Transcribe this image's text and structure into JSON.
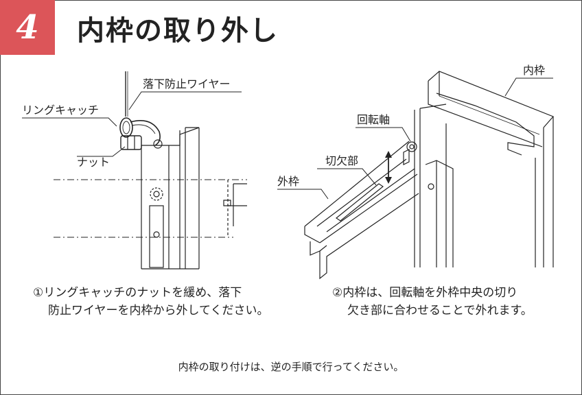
{
  "step": {
    "number": "4",
    "title": "内枠の取り外し"
  },
  "figure1": {
    "labels": {
      "wire": "落下防止ワイヤー",
      "ring_catch": "リングキャッチ",
      "nut": "ナット"
    },
    "caption": {
      "line1": "①リングキャッチのナットを緩め、落下",
      "line2": "防止ワイヤーを内枠から外してください。"
    }
  },
  "figure2": {
    "labels": {
      "inner_frame": "内枠",
      "pivot_axis": "回転軸",
      "notch": "切欠部",
      "outer_frame": "外枠"
    },
    "caption": {
      "line1": "②内枠は、回転軸を外枠中央の切り",
      "line2": "欠き部に合わせることで外れます。"
    }
  },
  "footer": {
    "note": "内枠の取り付けは、逆の手順で行ってください。"
  },
  "colors": {
    "badge": "#dc5559",
    "line": "#222222"
  }
}
